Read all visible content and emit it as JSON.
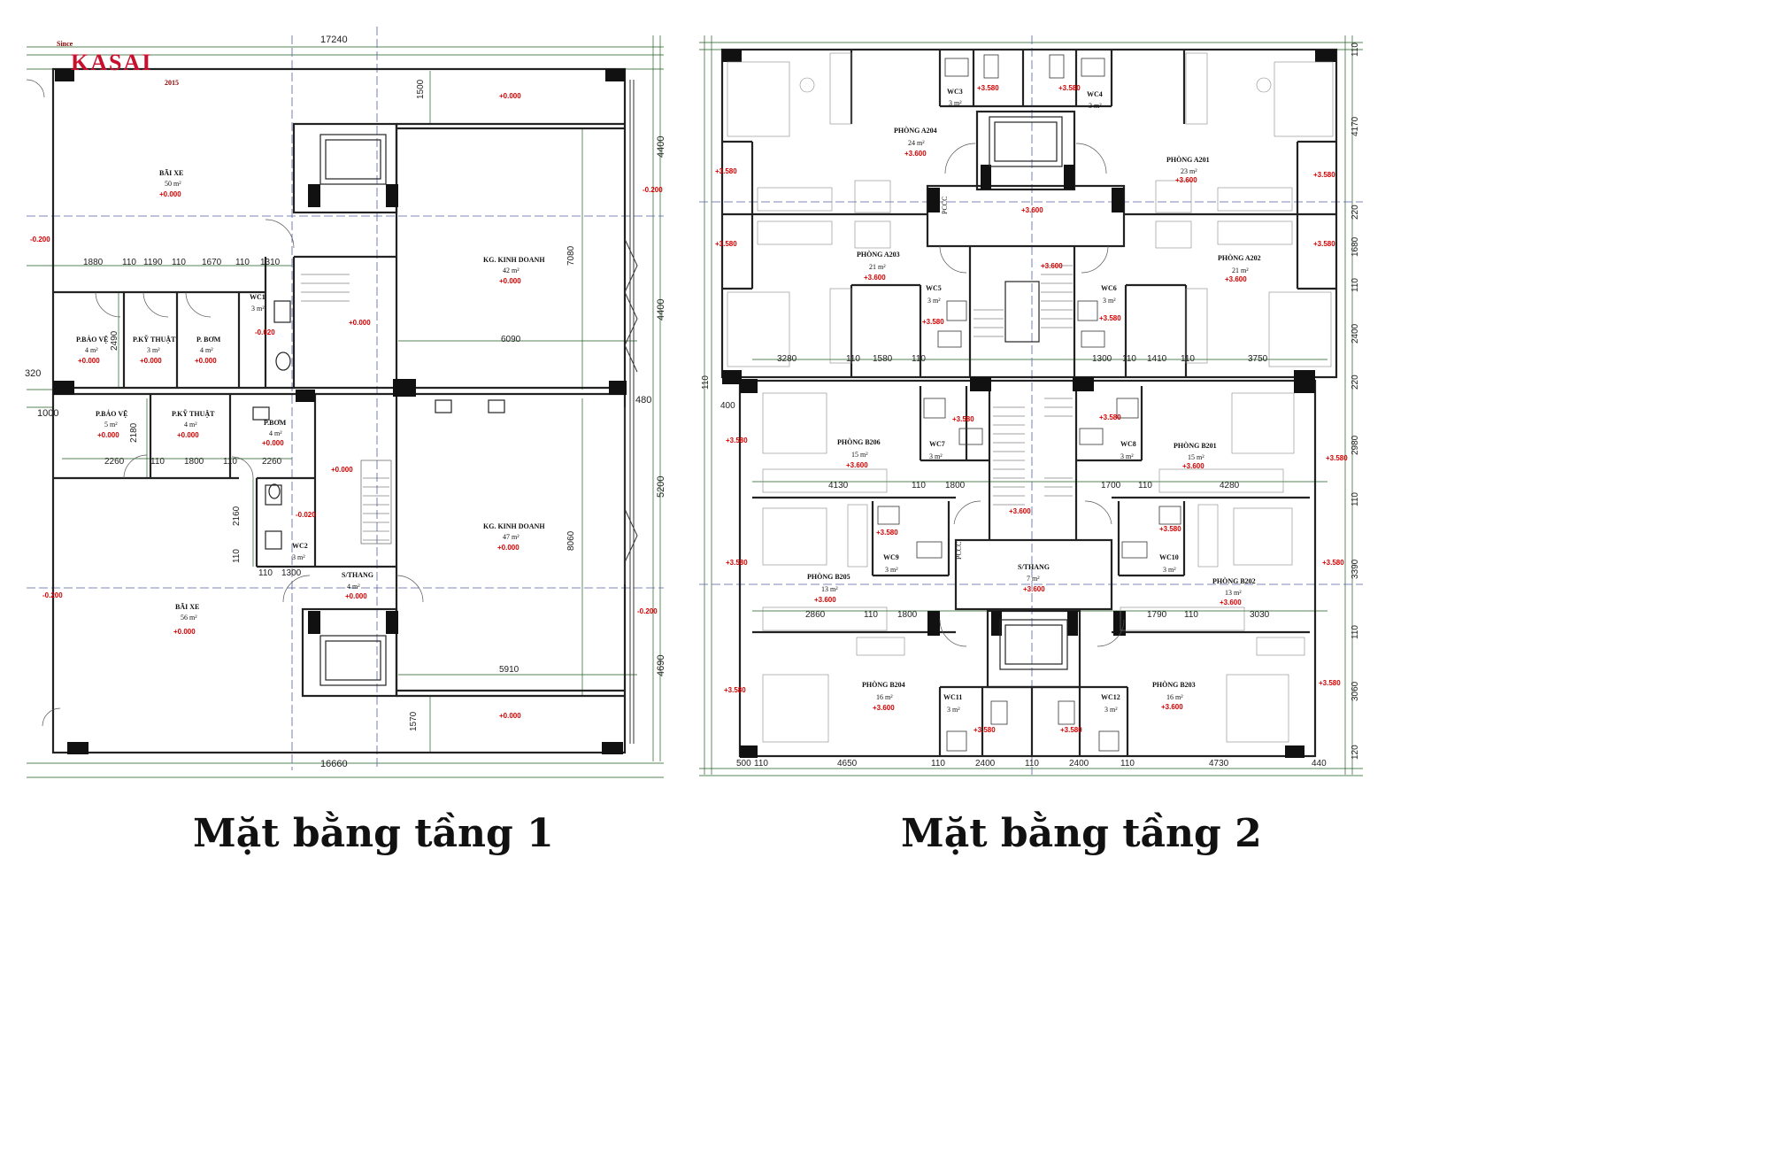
{
  "logo": {
    "since": "Since",
    "brand": "KASAI",
    "year": "2015"
  },
  "captions": {
    "floor1": "Mặt bằng tầng 1",
    "floor2": "Mặt bằng tầng 2"
  },
  "floor1": {
    "dims": {
      "top_total": "17240",
      "bottom_total": "16660",
      "d1880": "1880",
      "d110a": "110",
      "d1190": "1190",
      "d110b": "110",
      "d1670": "1670",
      "d110c": "110",
      "d1310": "1310",
      "d2260a": "2260",
      "d110d": "110",
      "d1800": "1800",
      "d110e": "110",
      "d2260b": "2260",
      "d6090": "6090",
      "d5910": "5910",
      "d110f": "110",
      "d1300": "1300",
      "left_320": "320",
      "left_1000": "1000",
      "right_480": "480",
      "v1500": "1500",
      "v7080": "7080",
      "v8060": "8060",
      "v1570": "1570",
      "v4400a": "4400",
      "v4400b": "4400",
      "v5200": "5200",
      "v4690": "4690",
      "v2490": "2490",
      "v2180": "2180",
      "v2160": "2160",
      "v110": "110"
    },
    "rooms": [
      {
        "name": "BÃI XE",
        "area": "50 m²",
        "level": "+0.000"
      },
      {
        "name": "KG. KINH DOANH",
        "area": "42 m²",
        "level": "+0.000"
      },
      {
        "name": "P.BẢO VỆ",
        "area": "4 m²",
        "level": "+0.000"
      },
      {
        "name": "P.KỸ THUẬT",
        "area": "3 m²",
        "level": "+0.000"
      },
      {
        "name": "P. BƠM",
        "area": "4 m²",
        "level": "+0.000"
      },
      {
        "name": "WC1",
        "area": "3 m²",
        "level": "-0.020"
      },
      {
        "name": "P.BẢO VỆ",
        "area": "5 m²",
        "level": "+0.000"
      },
      {
        "name": "P.KỸ THUẬT",
        "area": "4 m²",
        "level": "+0.000"
      },
      {
        "name": "P.BƠM",
        "area": "4 m²",
        "level": "+0.000"
      },
      {
        "name": "WC2",
        "area": "3 m²",
        "level": "-0.020"
      },
      {
        "name": "S/THANG",
        "area": "4 m²",
        "level": "+0.000"
      },
      {
        "name": "KG. KINH DOANH",
        "area": "47 m²",
        "level": "+0.000"
      },
      {
        "name": "BÃI XE",
        "area": "56 m²",
        "level": "+0.000"
      }
    ],
    "levels": {
      "top_strip": "+0.000",
      "bottom_strip": "+0.000",
      "stair_upper": "+0.000",
      "stair_lower": "+0.000",
      "left_upper": "-0.200",
      "left_lower": "-0.200",
      "right_upper": "-0.200",
      "right_lower": "-0.200"
    }
  },
  "floor2": {
    "dims": {
      "r_110a": "110",
      "r_4170": "4170",
      "r_220a": "220",
      "r_1680": "1680",
      "r_110b": "110",
      "r_2400": "2400",
      "r_220b": "220",
      "r_2980": "2980",
      "r_110c": "110",
      "r_3390": "3390",
      "r_110d": "110",
      "r_3060": "3060",
      "r_120": "120",
      "l_400": "400",
      "l_110": "110",
      "a_3280": "3280",
      "a_110a": "110",
      "a_1580": "1580",
      "a_110b": "110",
      "a_1300": "1300",
      "a_110c": "110",
      "a_1410": "1410",
      "a_110d": "110",
      "a_3750": "3750",
      "b_4130": "4130",
      "b_110a": "110",
      "b_1800": "1800",
      "b_1700": "1700",
      "b_110b": "110",
      "b_4280": "4280",
      "c_2860": "2860",
      "c_110a": "110",
      "c_1800": "1800",
      "c_1790": "1790",
      "c_110b": "110",
      "c_3030": "3030",
      "d_500": "500",
      "d_110a": "110",
      "d_4650": "4650",
      "d_110b": "110",
      "d_2400a": "2400",
      "d_110c": "110",
      "d_2400b": "2400",
      "d_110d": "110",
      "d_4730": "4730",
      "d_440": "440"
    },
    "rooms": [
      {
        "name": "PHÒNG A204",
        "area": "24 m²",
        "level": "+3.600"
      },
      {
        "name": "PHÒNG A201",
        "area": "23 m²",
        "level": "+3.600"
      },
      {
        "name": "PHÒNG A203",
        "area": "21 m²",
        "level": "+3.600"
      },
      {
        "name": "PHÒNG A202",
        "area": "21 m²",
        "level": "+3.600"
      },
      {
        "name": "WC3",
        "area": "3 m²",
        "level": "+3.580"
      },
      {
        "name": "WC4",
        "area": "3 m²",
        "level": "+3.580"
      },
      {
        "name": "WC5",
        "area": "3 m²",
        "level": "+3.580"
      },
      {
        "name": "WC6",
        "area": "3 m²",
        "level": "+3.580"
      },
      {
        "name": "PHÒNG B206",
        "area": "15 m²",
        "level": "+3.600"
      },
      {
        "name": "PHÒNG B201",
        "area": "15 m²",
        "level": "+3.600"
      },
      {
        "name": "WC7",
        "area": "3 m²",
        "level": "+3.580"
      },
      {
        "name": "WC8",
        "area": "3 m²",
        "level": "+3.580"
      },
      {
        "name": "PHÒNG B205",
        "area": "13 m²",
        "level": "+3.600"
      },
      {
        "name": "PHÒNG B202",
        "area": "13 m²",
        "level": "+3.600"
      },
      {
        "name": "WC9",
        "area": "3 m²",
        "level": "+3.580"
      },
      {
        "name": "WC10",
        "area": "3 m²",
        "level": "+3.580"
      },
      {
        "name": "S/THANG",
        "area": "7 m²",
        "level": "+3.600"
      },
      {
        "name": "PHÒNG B204",
        "area": "16 m²",
        "level": "+3.600"
      },
      {
        "name": "PHÒNG B203",
        "area": "16 m²",
        "level": "+3.600"
      },
      {
        "name": "WC11",
        "area": "3 m²",
        "level": "+3.580"
      },
      {
        "name": "WC12",
        "area": "3 m²",
        "level": "+3.580"
      }
    ],
    "levels": {
      "lift_top": "+3.600",
      "stair_top": "+3.600",
      "stair_mid": "+3.600",
      "side": "+3.580"
    },
    "pccc": "PCCC"
  }
}
